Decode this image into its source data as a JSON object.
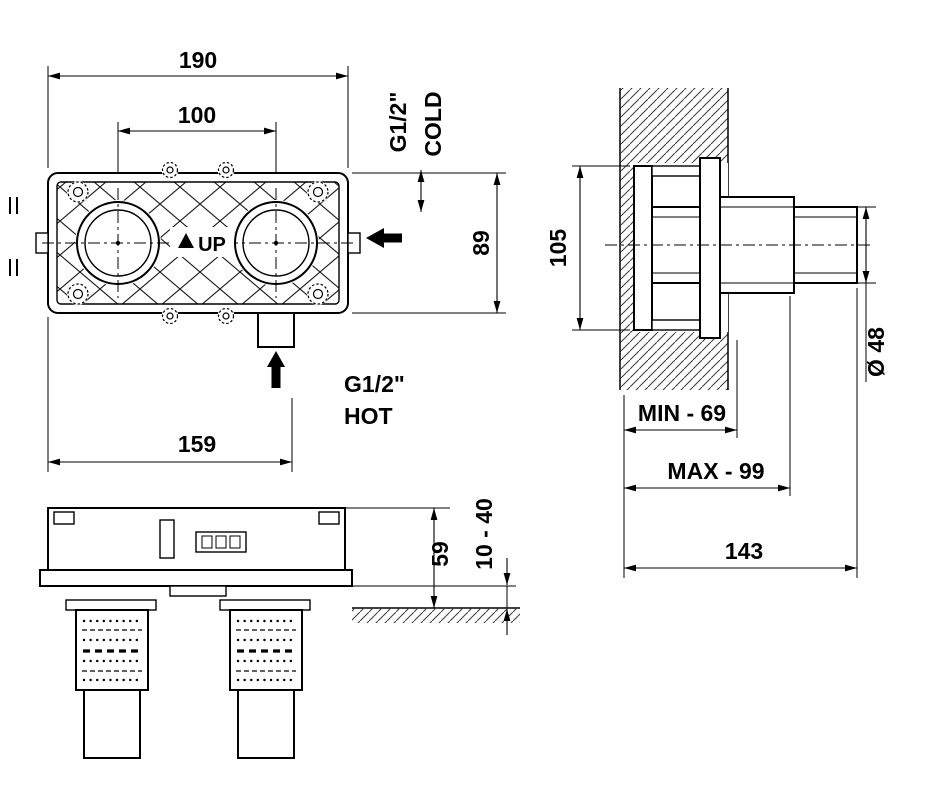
{
  "drawing": {
    "front_view": {
      "dim_overall_width": "190",
      "dim_port_spacing": "100",
      "cold_thread": "G1/2\"",
      "cold_label": "COLD",
      "dim_height": "89",
      "up_label": "UP",
      "hot_thread": "G1/2\"",
      "hot_label": "HOT",
      "dim_hot_offset": "159"
    },
    "side_view": {
      "dim_rough_height": "105",
      "dim_min_depth": "MIN - 69",
      "dim_max_depth": "MAX - 99",
      "dim_total_depth": "143",
      "dim_spout_diameter": "Ø 48"
    },
    "bottom_view": {
      "dim_body_height": "59",
      "dim_adjustment_range": "10 - 40"
    }
  }
}
